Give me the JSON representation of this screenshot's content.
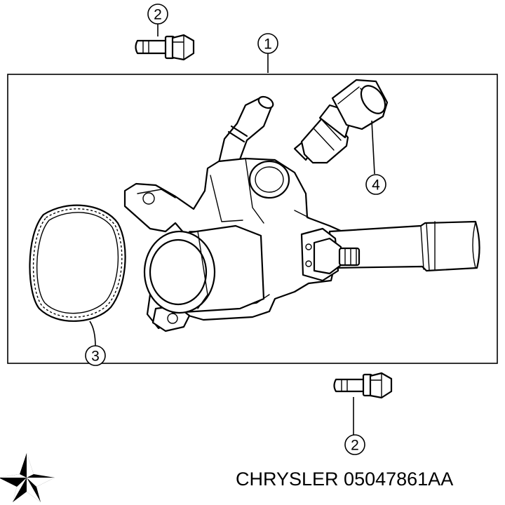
{
  "callouts": {
    "housing": "1",
    "bolt_top": "2",
    "bolt_bottom": "2",
    "seal": "3",
    "sensor": "4"
  },
  "caption": {
    "text": "CHRYSLER 05047861AA"
  },
  "logo": {
    "name": "chrysler-pentastar-logo"
  }
}
